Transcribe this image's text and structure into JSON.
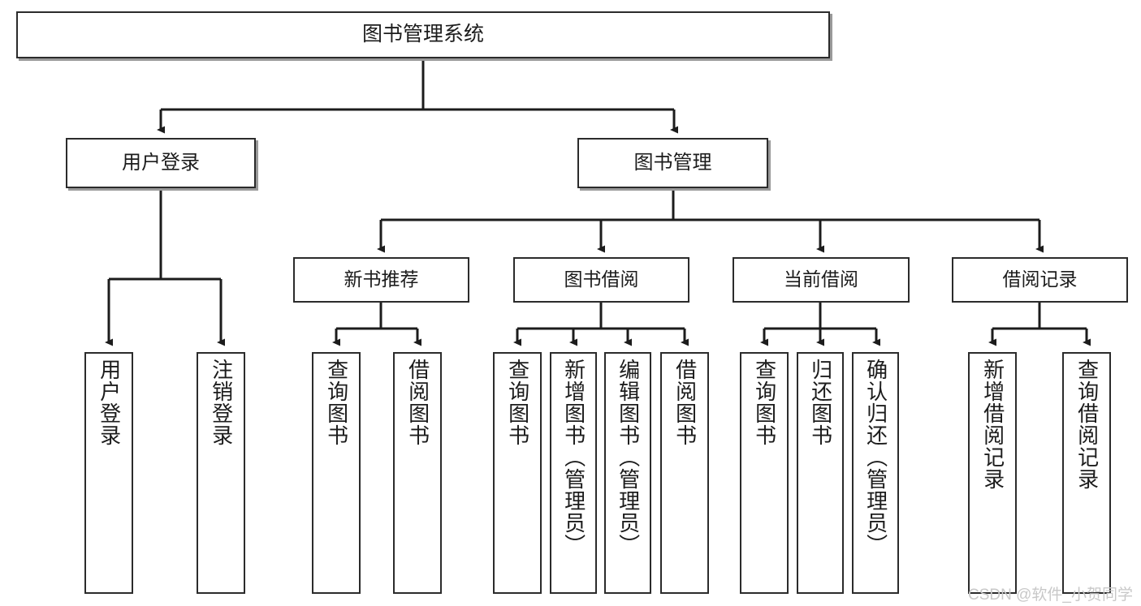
{
  "diagram": {
    "type": "tree-hierarchy",
    "title": "图书管理系统",
    "orientation": "top-down",
    "colors": {
      "box_border": "#2b2b2b",
      "box_fill": "#ffffff",
      "edge": "#1c1c1c",
      "text": "#1c1c1c",
      "watermark": "#c8c8c8"
    }
  },
  "root": {
    "label": "图书管理系统"
  },
  "level2": [
    {
      "label": "用户登录"
    },
    {
      "label": "图书管理"
    }
  ],
  "level3": [
    {
      "label": "新书推荐"
    },
    {
      "label": "图书借阅"
    },
    {
      "label": "当前借阅"
    },
    {
      "label": "借阅记录"
    }
  ],
  "leaves": {
    "user_login": [
      {
        "label": "用户登录"
      },
      {
        "label": "注销登录"
      }
    ],
    "new_book": [
      {
        "label": "查询图书"
      },
      {
        "label": "借阅图书"
      }
    ],
    "book_borrow": [
      {
        "label": "查询图书"
      },
      {
        "label": "新增图书（管理员）"
      },
      {
        "label": "编辑图书（管理员）"
      },
      {
        "label": "借阅图书"
      }
    ],
    "current_borrow": [
      {
        "label": "查询图书"
      },
      {
        "label": "归还图书"
      },
      {
        "label": "确认归还（管理员）"
      }
    ],
    "borrow_record": [
      {
        "label": "新增借阅记录"
      },
      {
        "label": "查询借阅记录"
      }
    ]
  },
  "watermark": {
    "text": "CSDN @软件_小贺同学"
  }
}
